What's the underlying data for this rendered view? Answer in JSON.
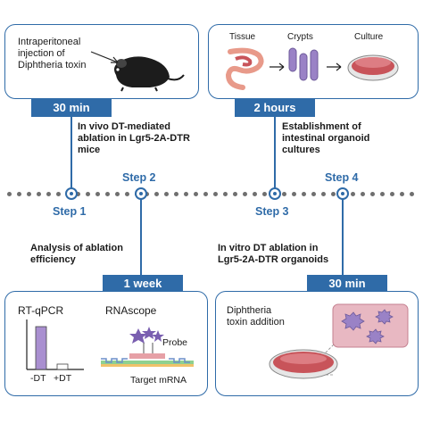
{
  "box1": {
    "text": "Intraperitoneal\ninjection of\nDiphtheria toxin",
    "tag": "30 min"
  },
  "box2": {
    "labels": [
      "Tissue",
      "Crypts",
      "Culture"
    ],
    "tag": "2 hours"
  },
  "box3": {
    "tag": "1 week",
    "rtqpcr": "RT-qPCR",
    "rnascope": "RNAscope",
    "bar_minus": "-DT",
    "bar_plus": "+DT",
    "probe": "Probe",
    "target": "Target mRNA"
  },
  "box4": {
    "tag": "30 min",
    "text": "Diphtheria\ntoxin addition"
  },
  "step1": {
    "label": "Step 1",
    "desc": "In vivo DT-mediated\nablation in Lgr5-2A-DTR\nmice"
  },
  "step2": {
    "label": "Step 2",
    "desc": "Analysis of ablation\nefficiency"
  },
  "step3": {
    "label": "Step 3",
    "desc": "Establishment of\nintestinal organoid\ncultures"
  },
  "step4": {
    "label": "Step 4",
    "desc": "In vitro DT ablation in\nLgr5-2A-DTR organoids"
  },
  "colors": {
    "accent": "#2f6ba8",
    "bar_purple": "#a98fd0",
    "dish_red": "#c8545a"
  },
  "icons": [
    "mouse-icon",
    "intestine-icon",
    "crypts-icon",
    "culture-dish-icon",
    "probe-star-icon",
    "organoid-icon"
  ]
}
